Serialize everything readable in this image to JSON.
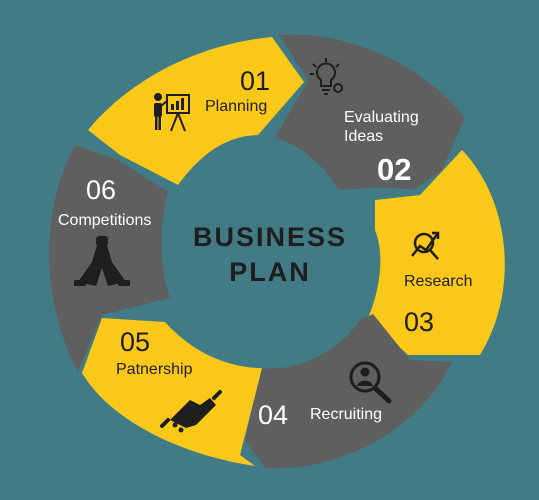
{
  "colors": {
    "background": "#417C86",
    "yellow": "#FAC819",
    "gray": "#5F5F5F",
    "text_dark": "#1E1E1E",
    "text_light": "#FFFFFF"
  },
  "center": {
    "line1": "BUSINESS",
    "line2": "PLAN"
  },
  "steps": [
    {
      "number": "01",
      "label": "Planning",
      "icon": "presentation-icon"
    },
    {
      "number": "02",
      "label_line1": "Evaluating",
      "label_line2": "Ideas",
      "icon": "idea-bulb-icon"
    },
    {
      "number": "03",
      "label": "Research",
      "icon": "research-chart-icon"
    },
    {
      "number": "04",
      "label": "Recruiting",
      "icon": "magnifier-person-icon"
    },
    {
      "number": "05",
      "label": "Patnership",
      "icon": "handshake-icon"
    },
    {
      "number": "06",
      "label": "Competitions",
      "icon": "arm-wrestling-icon"
    }
  ]
}
